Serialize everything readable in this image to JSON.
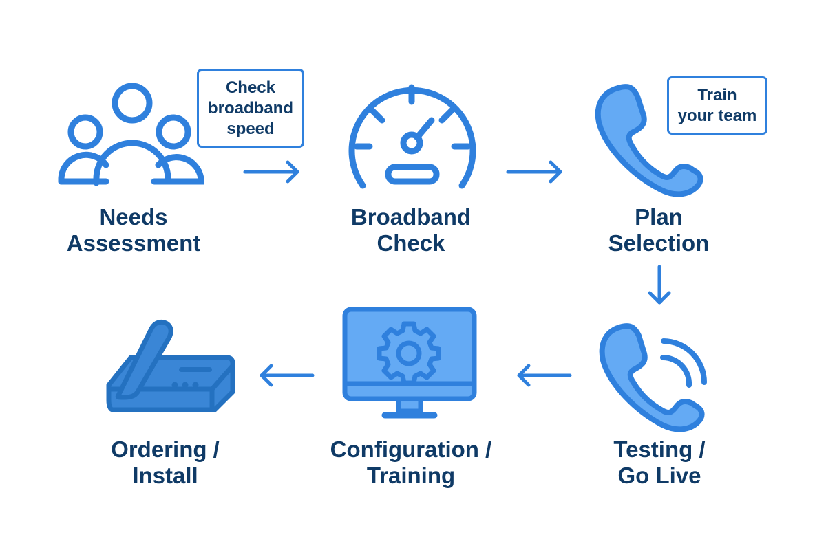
{
  "colors": {
    "primary_stroke": "#2f80dd",
    "fill_light": "#64aaf4",
    "fill_dark": "#3a86d6",
    "text": "#0f3a66",
    "background": "#ffffff"
  },
  "steps": [
    {
      "id": "needs-assessment",
      "icon": "people-group-icon",
      "line1": "Needs",
      "line2": "Assessment"
    },
    {
      "id": "broadband-check",
      "icon": "speedometer-icon",
      "line1": "Broadband",
      "line2": "Check"
    },
    {
      "id": "plan-selection",
      "icon": "phone-handset-icon",
      "line1": "Plan",
      "line2": "Selection"
    },
    {
      "id": "testing-go-live",
      "icon": "phone-ringing-icon",
      "line1": "Testing /",
      "line2": "Go Live"
    },
    {
      "id": "configuration-training",
      "icon": "monitor-gear-icon",
      "line1": "Configuration /",
      "line2": "Training"
    },
    {
      "id": "ordering-install",
      "icon": "desk-phone-icon",
      "line1": "Ordering /",
      "line2": "Install"
    }
  ],
  "callouts": [
    {
      "line1": "Check",
      "line2": "broadband",
      "line3": "speed"
    },
    {
      "line1": "Train",
      "line2": "your team"
    }
  ],
  "arrows": [
    {
      "from": "needs-assessment",
      "to": "broadband-check",
      "direction": "right"
    },
    {
      "from": "broadband-check",
      "to": "plan-selection",
      "direction": "right"
    },
    {
      "from": "plan-selection",
      "to": "testing-go-live",
      "direction": "down"
    },
    {
      "from": "testing-go-live",
      "to": "configuration-training",
      "direction": "left"
    },
    {
      "from": "configuration-training",
      "to": "ordering-install",
      "direction": "left"
    }
  ]
}
